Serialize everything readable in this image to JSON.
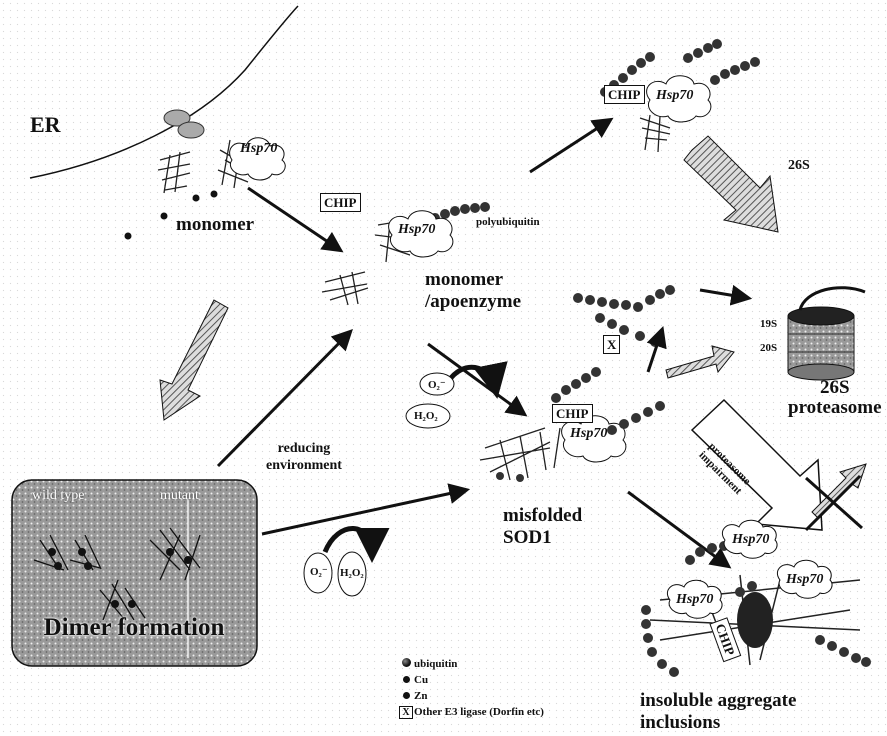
{
  "labels": {
    "er": "ER",
    "monomer": "monomer",
    "chip": "CHIP",
    "hsp70": "Hsp70",
    "polyubiquitin": "polyubiquitin",
    "monomer_apoenzyme_line1": "monomer",
    "monomer_apoenzyme_line2": "/apoenzyme",
    "reducing_line1": "reducing",
    "reducing_line2": "environment",
    "misfolded_line1": "misfolded",
    "misfolded_line2": "SOD1",
    "s26_top": "26S",
    "s19": "19S",
    "s20": "20S",
    "proteasome_line1": "26S",
    "proteasome_line2": "proteasome",
    "impairment_line1": "proteasome",
    "impairment_line2": "impairment",
    "x_mark": "X",
    "insoluble_line1": "insoluble aggregate",
    "insoluble_line2": "inclusions",
    "wild_type": "wild type",
    "mutant": "mutant",
    "dimer_formation": "Dimer  formation",
    "o2_upper": "O₂⁻",
    "h2o2_upper": "H₂O₂",
    "o2_lower": "O₂⁻",
    "h2o2_lower": "H₂O₂"
  },
  "legend": [
    {
      "symbol": "ubiquitin-dot",
      "text": "ubiquitin"
    },
    {
      "symbol": "cu-dot",
      "text": "Cu"
    },
    {
      "symbol": "zn-dot",
      "text": "Zn"
    },
    {
      "symbol": "x-box",
      "text": "Other E3 ligase (Dorfin etc)"
    }
  ],
  "colors": {
    "ink": "#111111",
    "ubiquitin": "#333333"
  }
}
